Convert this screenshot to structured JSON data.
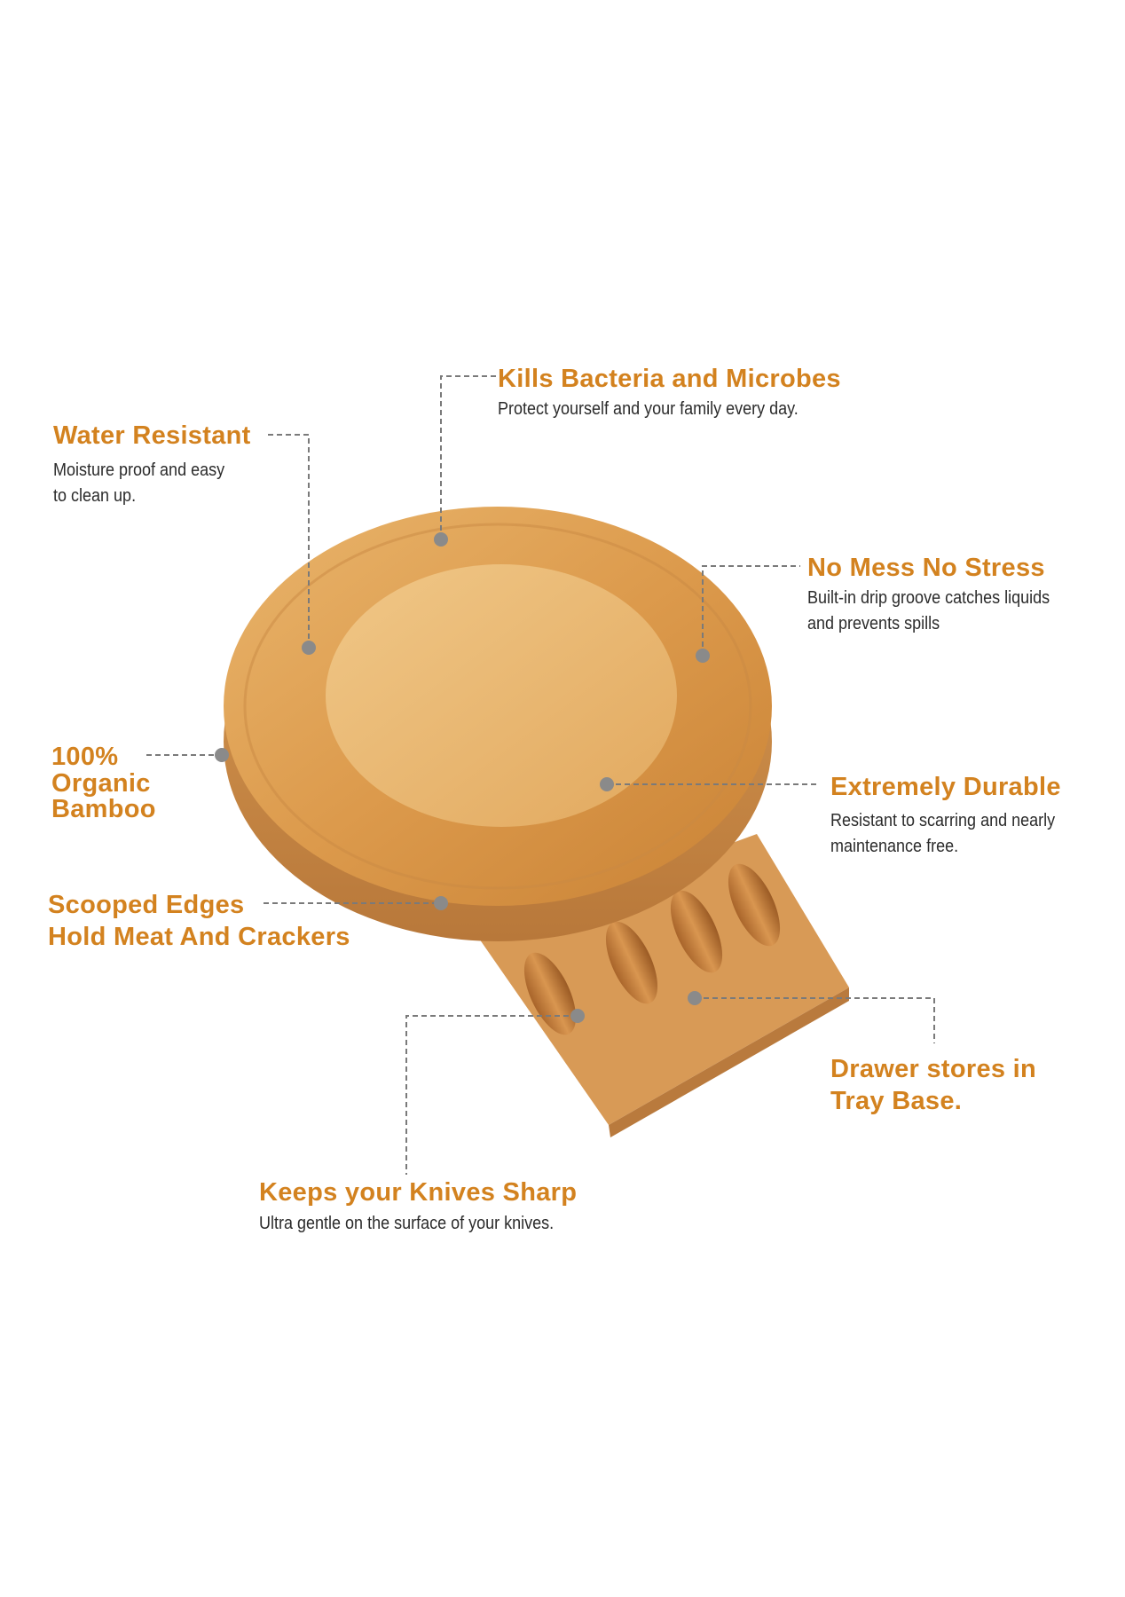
{
  "colors": {
    "accent": "#d3821f",
    "text": "#2b2b2b",
    "wood": "#e0a35a",
    "leader": "#7a7a7a"
  },
  "features": {
    "kills": {
      "title": "Kills Bacteria and Microbes",
      "desc": "Protect yourself and your family every day."
    },
    "water": {
      "title": "Water Resistant",
      "desc1": "Moisture proof and easy",
      "desc2": "to clean up."
    },
    "nomess": {
      "title": "No Mess No Stress",
      "desc1": "Built-in drip groove catches liquids",
      "desc2": "and prevents spills"
    },
    "organic": {
      "line1": "100%",
      "line2": "Organic",
      "line3": "Bamboo"
    },
    "durable": {
      "title": "Extremely Durable",
      "desc1": "Resistant to scarring and nearly",
      "desc2": "maintenance free."
    },
    "scooped": {
      "line1": "Scooped Edges",
      "line2": "Hold Meat And Crackers"
    },
    "drawer": {
      "line1": "Drawer stores in",
      "line2": "Tray Base."
    },
    "knives": {
      "title": "Keeps your Knives Sharp",
      "desc": "Ultra gentle on the surface of your knives."
    }
  }
}
